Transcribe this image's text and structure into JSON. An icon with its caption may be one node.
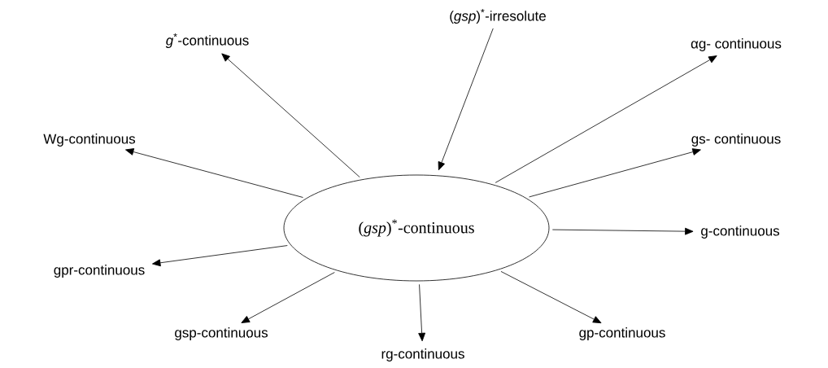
{
  "diagram": {
    "nodes": [
      {
        "text": [
          "(*gsp*)$^{*}$-continuous"
        ]
      },
      {
        "text": [
          "(*gsp*)$^{*}$-irresolute"
        ]
      },
      {
        "text": [
          "*g*$^{*}$-continuous"
        ]
      },
      {
        "text": [
          "αg- continuous"
        ]
      },
      {
        "text": [
          "Wg-continuous"
        ]
      },
      {
        "text": [
          "gs- continuous"
        ]
      },
      {
        "text": [
          "gpr-continuous"
        ]
      },
      {
        "text": [
          "g-continuous"
        ]
      },
      {
        "text": [
          "gsp-continuous"
        ]
      },
      {
        "text": [
          "rg-continuous"
        ]
      },
      {
        "text": [
          "gp-continuous"
        ]
      }
    ],
    "edges": [
      {
        "from": 1,
        "to": 0,
        "arrow": "to"
      },
      {
        "from": 0,
        "to": 2,
        "arrow": "to"
      },
      {
        "from": 0,
        "to": 3,
        "arrow": "to"
      },
      {
        "from": 0,
        "to": 4,
        "arrow": "to"
      },
      {
        "from": 0,
        "to": 5,
        "arrow": "to"
      },
      {
        "from": 0,
        "to": 6,
        "arrow": "to"
      },
      {
        "from": 0,
        "to": 7,
        "arrow": "to"
      },
      {
        "from": 0,
        "to": 8,
        "arrow": "to"
      },
      {
        "from": 0,
        "to": 9,
        "arrow": "to"
      },
      {
        "from": 0,
        "to": 10,
        "arrow": "to"
      }
    ]
  }
}
